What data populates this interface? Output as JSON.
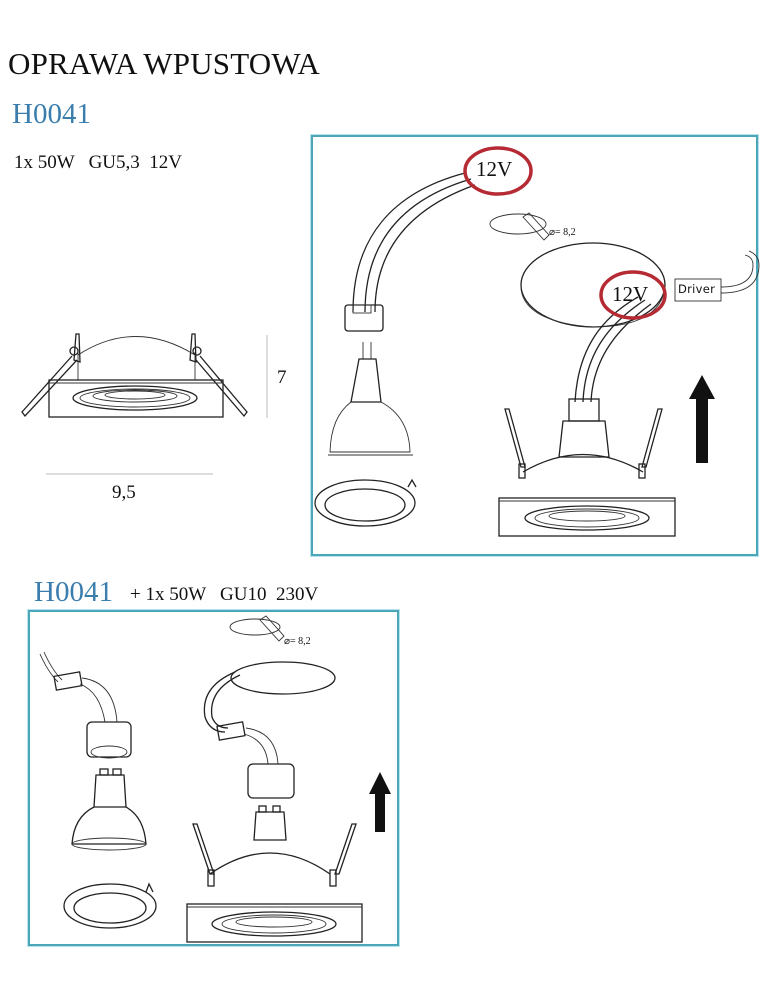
{
  "header": {
    "title": "OPRAWA WPUSTOWA",
    "product_code": "H0041",
    "spec": "1x 50W   GU5,3  12V"
  },
  "dimension_drawing": {
    "height_label": "7",
    "width_label": "9,5"
  },
  "diagram_12v": {
    "voltage_label_top": "12V",
    "voltage_label_driver": "12V",
    "driver_label": "Driver",
    "cutout_label": "⌀= 8,2",
    "highlight_color": "#b52a33",
    "frame_color": "#4aa6b8"
  },
  "variant_230v": {
    "product_code": "H0041",
    "spec": "+ 1x 50W   GU10  230V",
    "cutout_label": "⌀= 8,2"
  },
  "colors": {
    "code_blue": "#3b7eae",
    "frame_teal": "#4aa6b8",
    "highlight_red": "#b52a33"
  }
}
